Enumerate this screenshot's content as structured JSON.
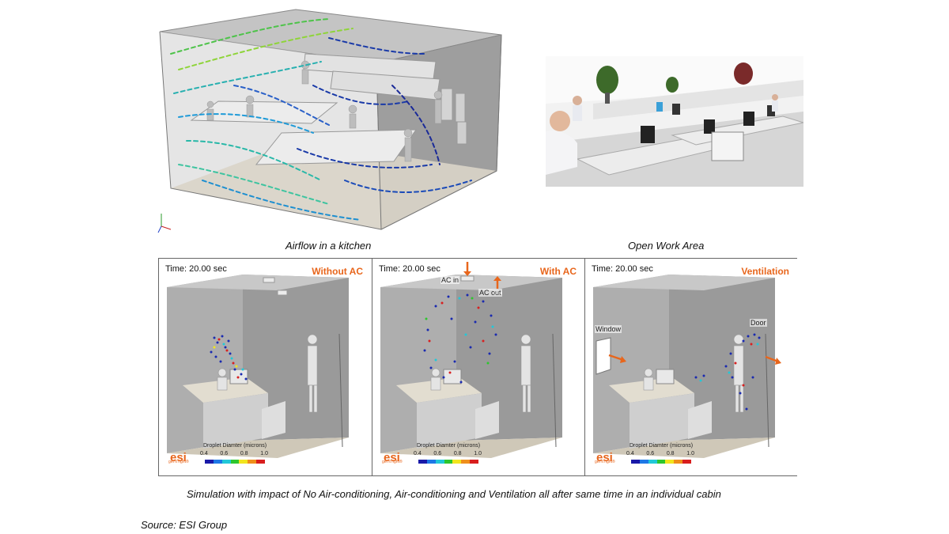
{
  "captions": {
    "kitchen": "Airflow in a kitchen",
    "office": "Open Work Area",
    "simulation": "Simulation with impact of No Air-conditioning, Air-conditioning and Ventilation all after same time in an individual cabin",
    "source": "Source: ESI Group"
  },
  "panels": [
    {
      "time": "Time: 20.00 sec",
      "title": "Without AC"
    },
    {
      "time": "Time: 20.00 sec",
      "title": "With AC",
      "ac_in": "AC in",
      "ac_out": "AC out"
    },
    {
      "time": "Time: 20.00 sec",
      "title": "Ventilation",
      "window": "Window",
      "door": "Door"
    }
  ],
  "legend": {
    "title": "Droplet Diamter (microns)",
    "ticks": [
      "0.4",
      "0.6",
      "0.8",
      "1.0"
    ],
    "colors": [
      "#1a1aa8",
      "#1e78e6",
      "#22c8d8",
      "#2ec62e",
      "#f2e51e",
      "#ef8f1c",
      "#d81e1e"
    ]
  },
  "logo": {
    "brand": "esi",
    "slogan": "get it right®"
  },
  "colors": {
    "accent": "#e8661c",
    "room_wall": "#a6a6a6",
    "floor": "#cdc6b6"
  }
}
